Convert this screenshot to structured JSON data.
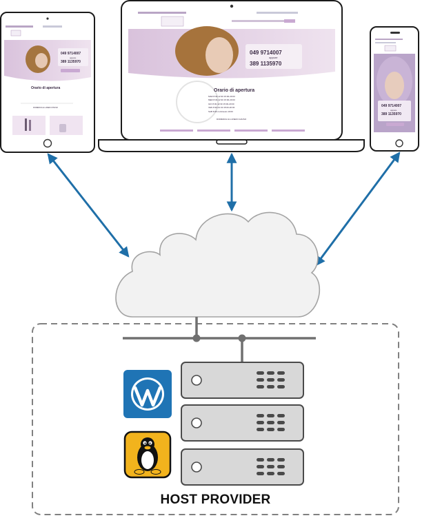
{
  "host": {
    "label": "HOST PROVIDER"
  },
  "screen": {
    "phone_numbers": {
      "main": "049 9714007",
      "connector": "oppure",
      "mobile": "389 1135970"
    },
    "hours_title": "Orario di apertura",
    "hours_table": [
      [
        "MAR",
        "8:30-12:30",
        "15:00-20:00"
      ],
      [
        "MER",
        "8:30-12:30",
        "15:00-20:00"
      ],
      [
        "GIO",
        "8:30-12:30",
        "15:00-20:00"
      ],
      [
        "VEN",
        "8:30-12:30",
        "15:00-20:00"
      ],
      [
        "SAB",
        "8:30",
        "continuato",
        "19:00"
      ]
    ],
    "hours_closed": "DOMENICA E LUNEDI CHIUSO"
  },
  "colors": {
    "arrow": "#1f6fa8",
    "cloud_fill": "#f2f2f2",
    "cloud_stroke": "#a3a3a3",
    "network_line": "#707070",
    "server_fill": "#d8d8d8",
    "server_stroke": "#4a4a4a",
    "wordpress_bg": "#1f74b5",
    "linux_bg": "#f2b31d",
    "dashed_border": "#808080",
    "site_accent": "#c9a9d2"
  },
  "icons": {
    "wordpress": "wordpress-logo-icon",
    "linux": "linux-tux-icon"
  }
}
